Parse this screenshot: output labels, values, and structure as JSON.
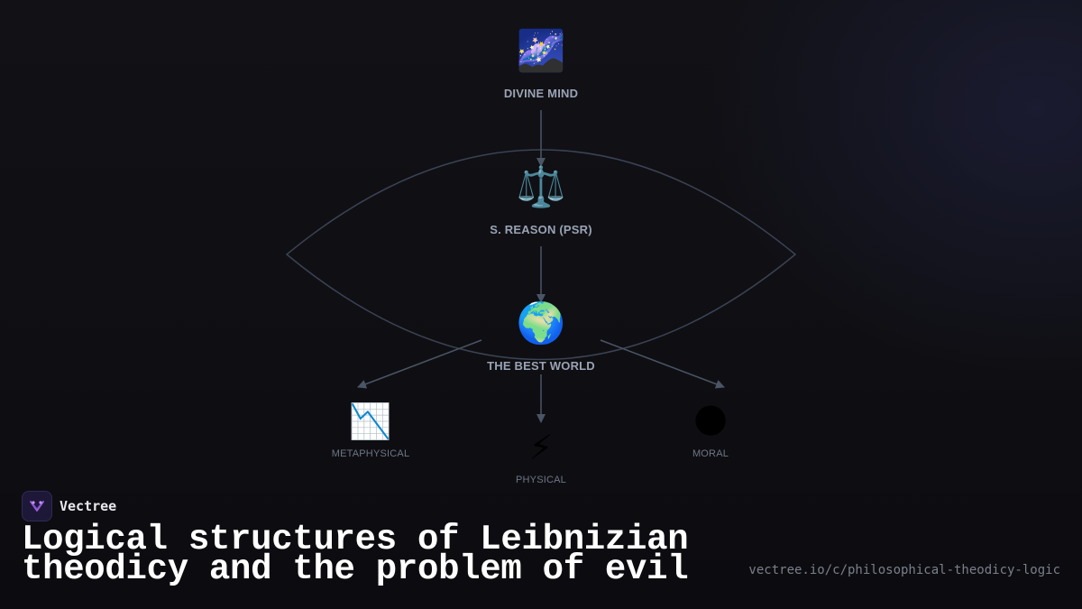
{
  "colors": {
    "background": "#0f0f13",
    "connector": "#4a5566",
    "label": "#9aa3b5",
    "sub_label": "#6e7686",
    "title": "#ffffff",
    "url": "#7a7f8c",
    "brand_accent": "#a060e0"
  },
  "diagram": {
    "nodes": {
      "divine_mind": {
        "icon": "milky-way-icon",
        "emoji": "🌌",
        "label": "DIVINE MIND"
      },
      "reason": {
        "icon": "balance-scale-icon",
        "emoji": "⚖️",
        "label": "S. REASON (PSR)"
      },
      "best_world": {
        "icon": "globe-icon",
        "emoji": "🌍",
        "label": "THE BEST WORLD"
      },
      "metaphysical": {
        "icon": "chart-decreasing-icon",
        "emoji": "📉",
        "label": "METAPHYSICAL"
      },
      "physical": {
        "icon": "lightning-icon",
        "emoji": "⚡",
        "label": "PHYSICAL"
      },
      "moral": {
        "icon": "new-moon-icon",
        "emoji": "🌑",
        "label": "MORAL"
      }
    }
  },
  "brand": {
    "name": "Vectree",
    "logo_icon": "vectree-logo-icon"
  },
  "title": "Logical structures of Leibnizian theodicy and the problem of evil",
  "url": "vectree.io/c/philosophical-theodicy-logic"
}
